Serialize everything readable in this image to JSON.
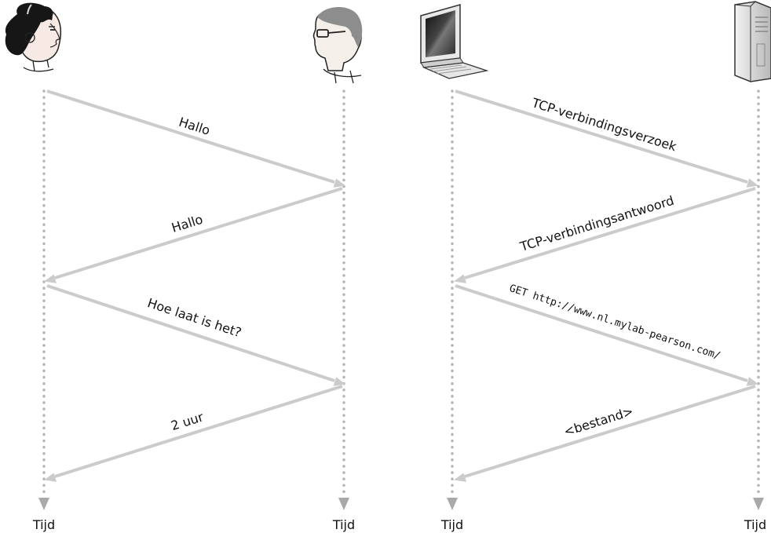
{
  "time_label": "Tijd",
  "colors": {
    "arrow": "#cbcbcb",
    "timeline": "#b5b5b5",
    "timeline_arrowhead": "#a9a9a9",
    "text": "#111111"
  },
  "human": {
    "actors": [
      "woman-icon",
      "man-with-glasses-icon"
    ],
    "messages": [
      {
        "label": "Hallo",
        "from": "left"
      },
      {
        "label": "Hallo",
        "from": "right"
      },
      {
        "label": "Hoe laat is het?",
        "from": "left"
      },
      {
        "label": "2 uur",
        "from": "right"
      }
    ]
  },
  "network": {
    "actors": [
      "desktop-computer-icon",
      "server-tower-icon"
    ],
    "messages": [
      {
        "label": "TCP-verbindingsverzoek",
        "from": "left"
      },
      {
        "label": "TCP-verbindingsantwoord",
        "from": "right"
      },
      {
        "label": "GET http://www.nl.mylab-pearson.com/",
        "from": "left",
        "mono": true
      },
      {
        "label": "<bestand>",
        "from": "right"
      }
    ]
  }
}
